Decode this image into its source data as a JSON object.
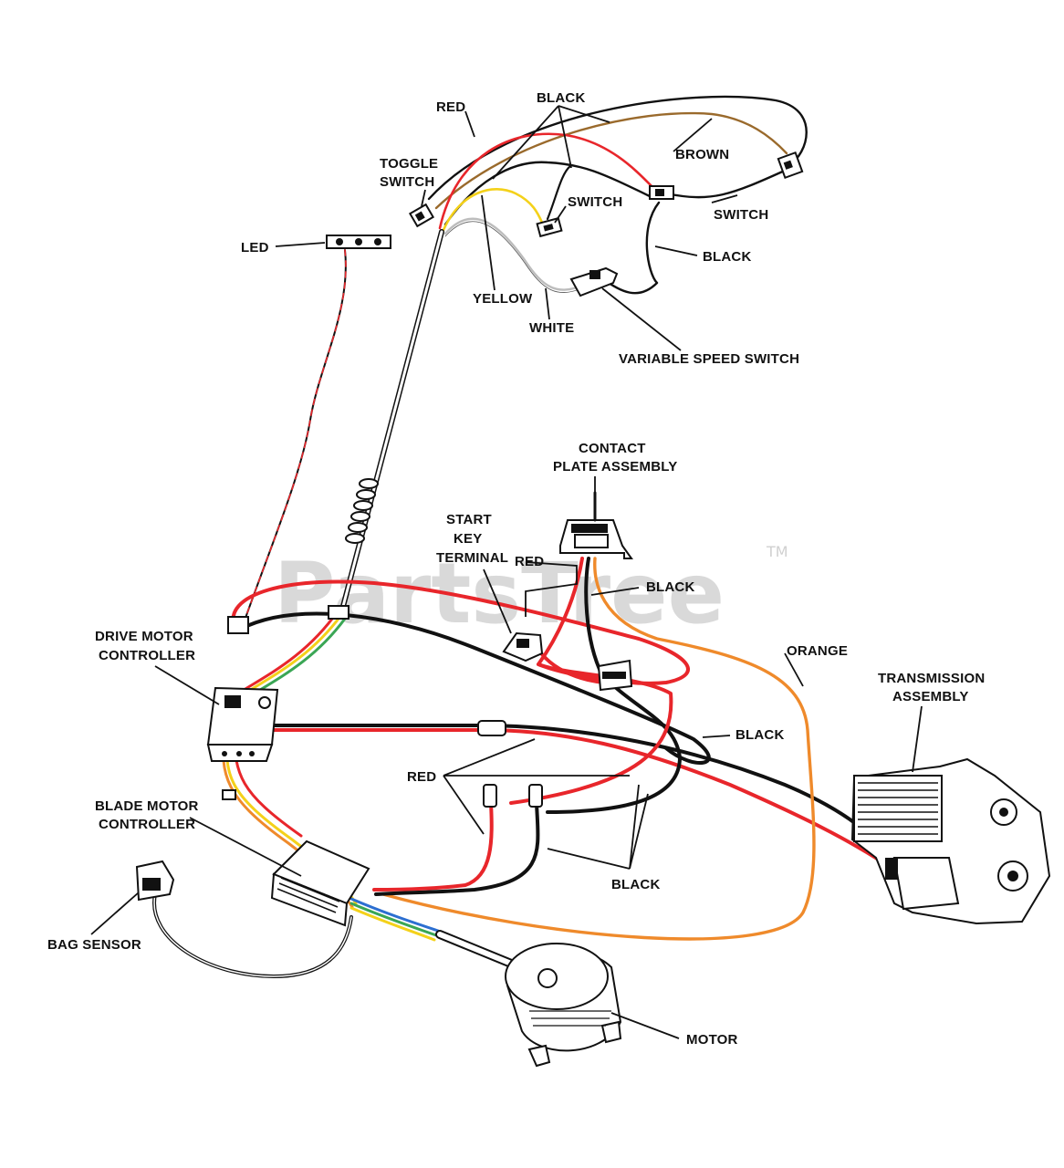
{
  "watermark": {
    "text": "PartsTree",
    "trademark": "TM"
  },
  "colors": {
    "red": "#e8262b",
    "black": "#111111",
    "yellow": "#f4d11a",
    "brown": "#9a6a2c",
    "orange": "#ef8a2b",
    "white_wire": "#bdbdbd",
    "green": "#3aa655",
    "blue": "#2c6fd1"
  },
  "labels": {
    "red_top": "RED",
    "black_top": "BLACK",
    "toggle_switch_1": "TOGGLE",
    "toggle_switch_2": "SWITCH",
    "brown": "BROWN",
    "switch_mid": "SWITCH",
    "switch_right": "SWITCH",
    "black_right": "BLACK",
    "led": "LED",
    "yellow": "YELLOW",
    "white": "WHITE",
    "variable_speed_switch": "VARIABLE SPEED SWITCH",
    "contact_plate_1": "CONTACT",
    "contact_plate_2": "PLATE ASSEMBLY",
    "start_key_1": "START",
    "start_key_2": "KEY",
    "start_key_3": "TERMINAL",
    "red_start": "RED",
    "black_contact": "BLACK",
    "drive_motor_1": "DRIVE MOTOR",
    "drive_motor_2": "CONTROLLER",
    "orange": "ORANGE",
    "transmission_1": "TRANSMISSION",
    "transmission_2": "ASSEMBLY",
    "black_mid": "BLACK",
    "red_mid": "RED",
    "blade_motor_1": "BLADE MOTOR",
    "blade_motor_2": "CONTROLLER",
    "black_bottom": "BLACK",
    "bag_sensor": "BAG SENSOR",
    "motor": "MOTOR"
  }
}
